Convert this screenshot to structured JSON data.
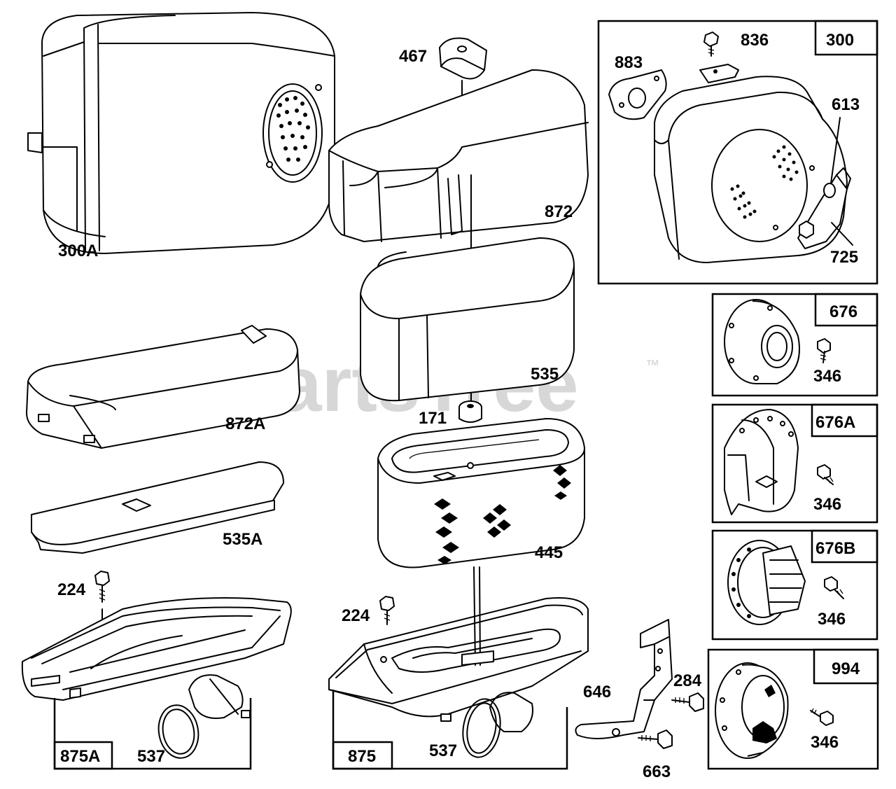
{
  "watermark": {
    "text": "PartsTree",
    "trademark": "™"
  },
  "labels": {
    "l300A": "300A",
    "l467": "467",
    "l872": "872",
    "l535": "535",
    "l171": "171",
    "l872A": "872A",
    "l535A": "535A",
    "l445": "445",
    "l224a": "224",
    "l224b": "224",
    "l875A": "875A",
    "l537a": "537",
    "l875": "875",
    "l537b": "537",
    "l646": "646",
    "l284": "284",
    "l663": "663",
    "l883": "883",
    "l836": "836",
    "l300": "300",
    "l613": "613",
    "l725": "725",
    "l676": "676",
    "l346a": "346",
    "l676A": "676A",
    "l346b": "346",
    "l676B": "676B",
    "l346c": "346",
    "l994": "994",
    "l346d": "346"
  }
}
